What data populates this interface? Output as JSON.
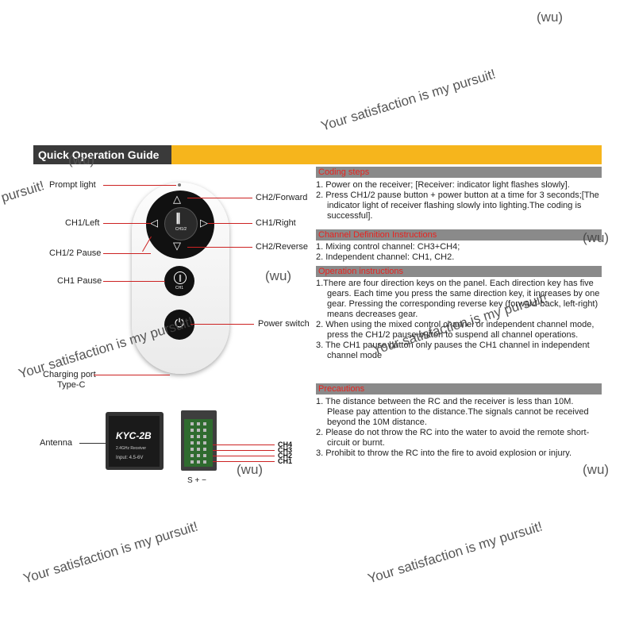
{
  "header": {
    "title": "Quick Operation Guide"
  },
  "remote": {
    "labels": {
      "prompt_light": "Prompt light",
      "ch1_left": "CH1/Left",
      "ch12_pause": "CH1/2 Pause",
      "ch1_pause": "CH1 Pause",
      "charging_port": "Charging port",
      "charging_type": "Type-C",
      "ch2_forward": "CH2/Forward",
      "ch1_right": "CH1/Right",
      "ch2_reverse": "CH2/Reverse",
      "power_switch": "Power switch"
    },
    "button_glyphs": {
      "center": "CH1/2",
      "ch1": "CH1"
    }
  },
  "sections": {
    "coding": {
      "title": "Coding steps",
      "items": [
        "1. Power on the receiver; [Receiver: indicator light flashes slowly].",
        "2. Press CH1/2 pause button + power button at a time for 3 seconds;[The indicator light of receiver flashing slowly into lighting.The coding is successful]."
      ]
    },
    "channel": {
      "title": "Channel Definition Instructions",
      "items": [
        "1. Mixing control channel: CH3+CH4;",
        "2. Independent channel: CH1, CH2."
      ]
    },
    "operation": {
      "title": "Operation instructions",
      "items": [
        "1.There are four direction keys on the panel. Each direction key has five gears. Each time you press the same direction key, it increases by one gear. Pressing the corresponding reverse key (forward-back, left-right) means decreases gear.",
        "2. When using the mixed control channel or independent channel mode, press the CH1/2 pause button to suspend all channel operations.",
        "3. The CH1 pause button only pauses the CH1 channel in independent channel mode"
      ]
    },
    "precautions": {
      "title": "Precautions",
      "items": [
        "1. The distance between the RC and the receiver is less than 10M. Please pay attention to the distance.The signals cannot be received beyond the 10M distance.",
        "2. Please do not throw the RC into the water to avoid the remote short-circuit or burnt.",
        "3. Prohibit to throw the RC into the fire to avoid explosion or injury."
      ]
    }
  },
  "receiver": {
    "model": "KYC-2B",
    "subtitle": "2.4GHz Receiver",
    "input": "Input: 4.5-6V",
    "antenna_label": "Antenna",
    "channels": [
      "CH4",
      "CH3",
      "CH2",
      "CH1"
    ],
    "pin_label": "S + −"
  },
  "watermarks": {
    "slogan": "Your satisfaction is my pursuit!",
    "tag": "(wu)",
    "partial": "pursuit!"
  },
  "colors": {
    "accent": "#f6b51c",
    "header_dark": "#3a3a3a",
    "section_title": "#e8231f",
    "callout_line": "#cc2222"
  }
}
